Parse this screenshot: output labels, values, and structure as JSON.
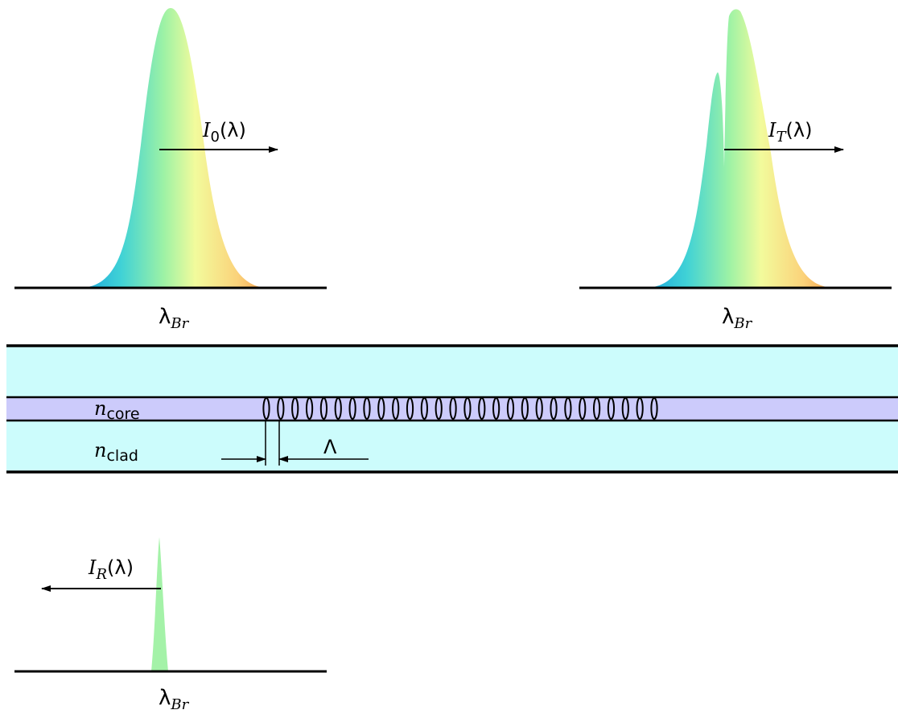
{
  "spectra": {
    "input": {
      "intensity_symbol": "I",
      "intensity_subscript": "0",
      "argument": "(λ)",
      "wavelength_symbol": "λ",
      "wavelength_subscript": "Br"
    },
    "transmitted": {
      "intensity_symbol": "I",
      "intensity_subscript": "T",
      "argument": "(λ)",
      "wavelength_symbol": "λ",
      "wavelength_subscript": "Br"
    },
    "reflected": {
      "intensity_symbol": "I",
      "intensity_subscript": "R",
      "argument": "(λ)",
      "wavelength_symbol": "λ",
      "wavelength_subscript": "Br"
    }
  },
  "fiber": {
    "core_symbol": "n",
    "core_subscript": "core",
    "cladding_symbol": "n",
    "cladding_subscript": "clad",
    "period_symbol": "Λ",
    "grating_fringe_count": 28,
    "colors": {
      "cladding": "#ccfcfc",
      "core": "#cccbfb"
    }
  }
}
